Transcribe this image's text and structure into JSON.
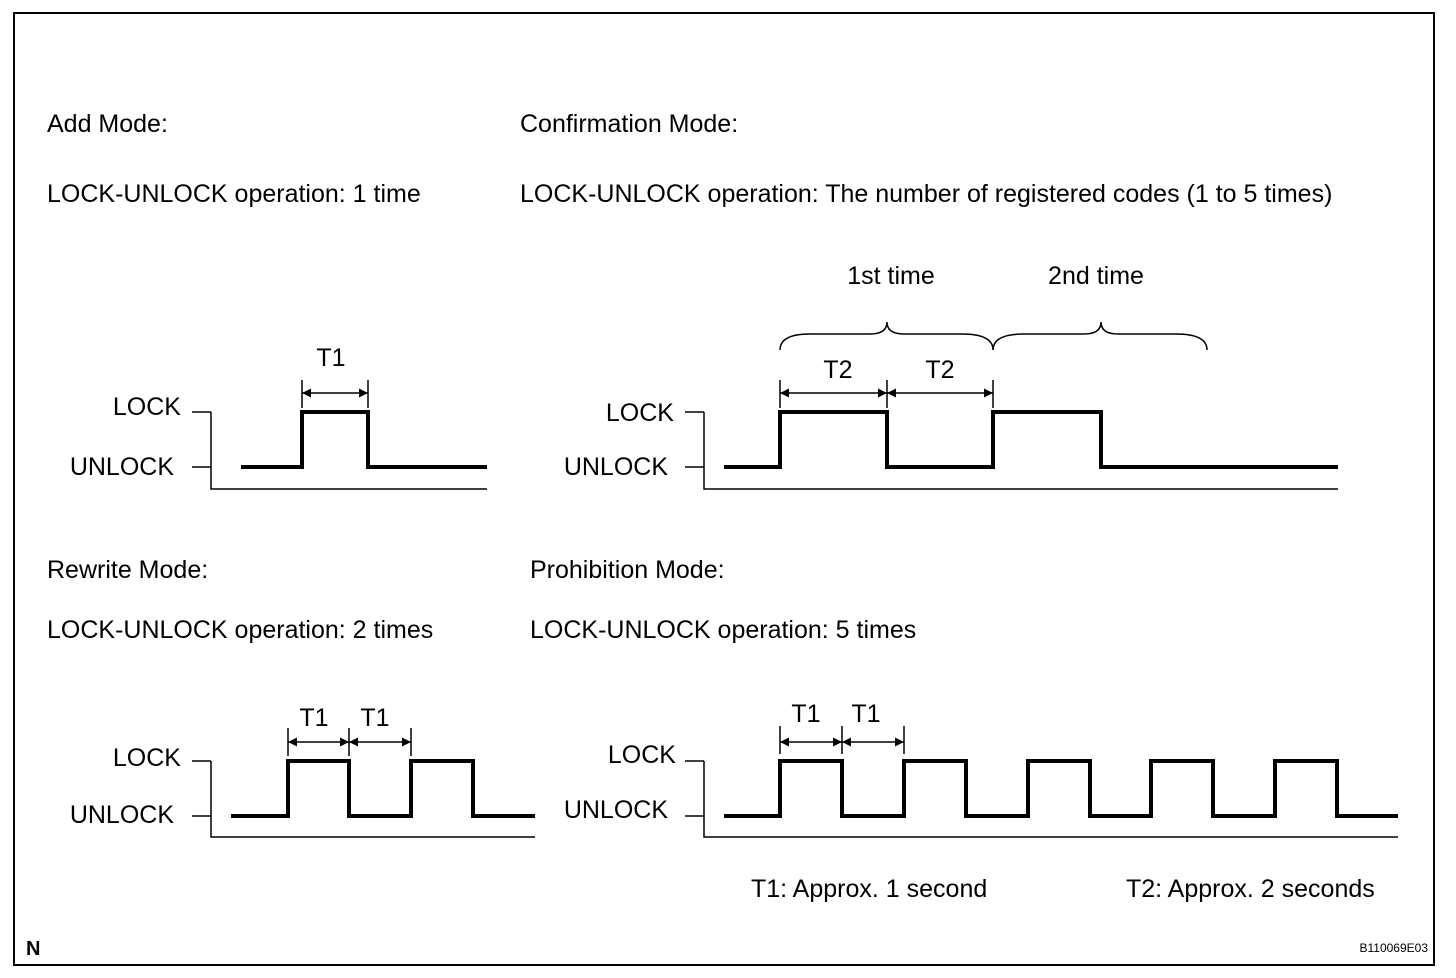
{
  "panels": {
    "add": {
      "title": "Add Mode:",
      "operation": "LOCK-UNLOCK operation: 1 time",
      "lock_label": "LOCK",
      "unlock_label": "UNLOCK",
      "intervals": [
        "T1"
      ]
    },
    "confirmation": {
      "title": "Confirmation Mode:",
      "operation": "LOCK-UNLOCK operation: The number of registered codes (1 to 5 times)",
      "lock_label": "LOCK",
      "unlock_label": "UNLOCK",
      "intervals": [
        "T2",
        "T2"
      ],
      "braces": [
        "1st time",
        "2nd time"
      ]
    },
    "rewrite": {
      "title": "Rewrite Mode:",
      "operation": "LOCK-UNLOCK operation: 2 times",
      "lock_label": "LOCK",
      "unlock_label": "UNLOCK",
      "intervals": [
        "T1",
        "T1"
      ]
    },
    "prohibition": {
      "title": "Prohibition Mode:",
      "operation": "LOCK-UNLOCK operation: 5 times",
      "lock_label": "LOCK",
      "unlock_label": "UNLOCK",
      "intervals": [
        "T1",
        "T1"
      ]
    }
  },
  "notes": {
    "t1": "T1: Approx. 1 second",
    "t2": "T2: Approx. 2 seconds"
  },
  "corner_mark": "N",
  "figure_code": "B110069E03"
}
